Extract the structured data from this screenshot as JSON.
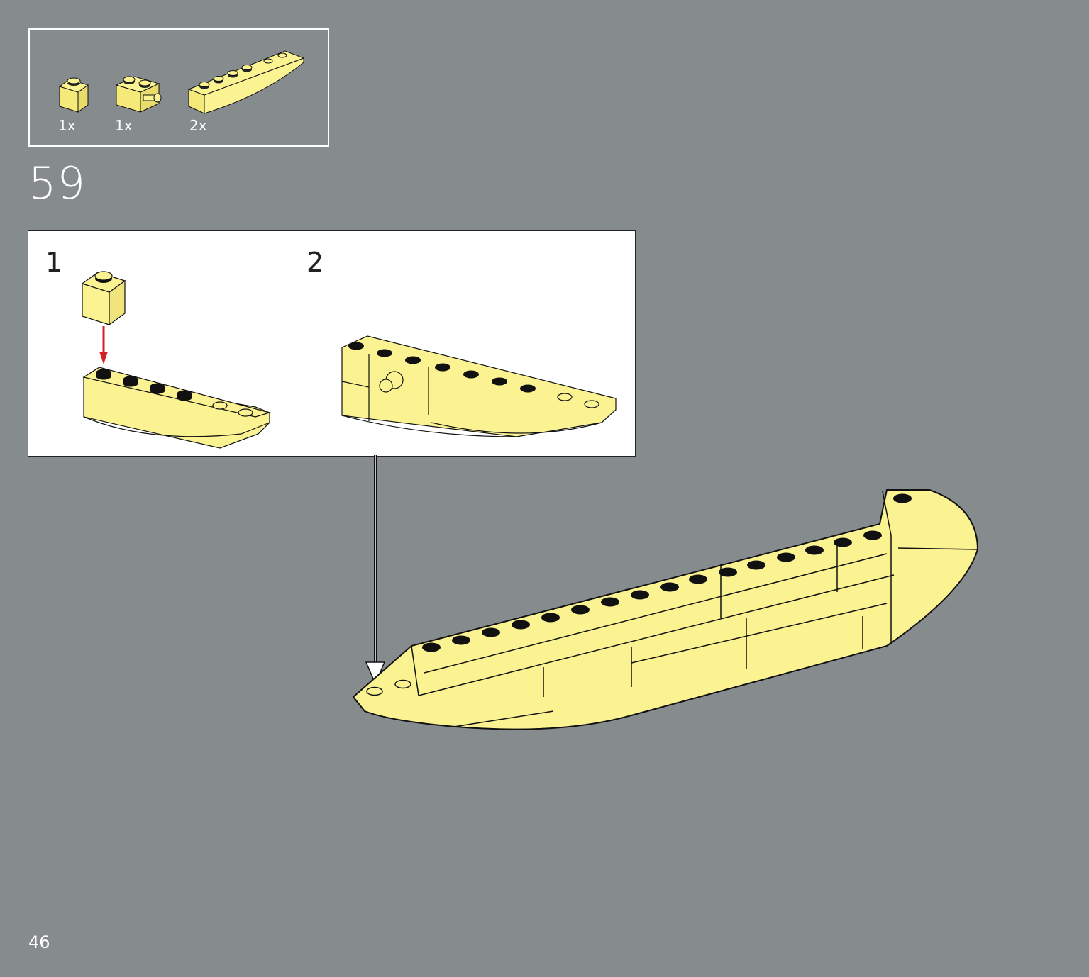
{
  "parts_list": {
    "items": [
      {
        "part": "brick-1x1-icon",
        "quantity": "1x"
      },
      {
        "part": "brick-1x2-with-pin-icon",
        "quantity": "1x"
      },
      {
        "part": "slope-curved-long-icon",
        "quantity": "2x"
      }
    ]
  },
  "step": {
    "number": "59"
  },
  "callout": {
    "substeps": [
      {
        "number": "1"
      },
      {
        "number": "2"
      }
    ]
  },
  "page": {
    "number": "46"
  },
  "colors": {
    "background": "#868c8e",
    "brick_yellow": "#fbf291",
    "arrow_red": "#d42027",
    "outline": "#111111"
  }
}
